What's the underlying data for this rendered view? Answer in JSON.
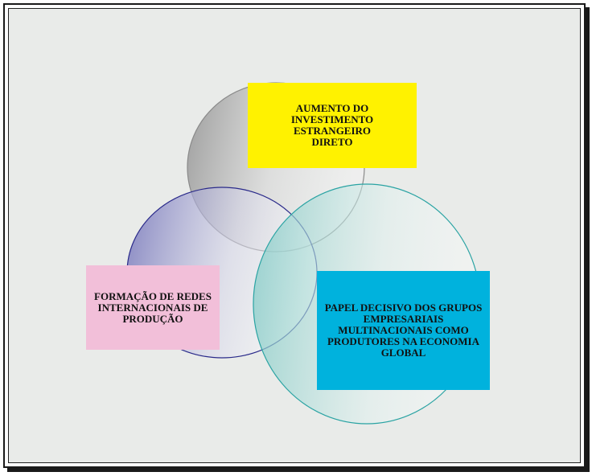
{
  "boxes": {
    "aumento": {
      "text": "AUMENTO DO INVESTIMENTO ESTRANGEIRO DIRETO",
      "color": "#fff200"
    },
    "formacao": {
      "text": "FORMAÇÃO DE REDES INTERNACIONAIS DE PRODUÇÃO",
      "color": "#f2bfd9"
    },
    "papel": {
      "text": "PAPEL DECISIVO DOS GRUPOS EMPRESARIAIS MULTINACIONAIS COMO PRODUTORES NA ECONOMIA GLOBAL",
      "color": "#00b2dd"
    }
  },
  "circles": {
    "top": {
      "stroke": "#8a8a8a"
    },
    "left": {
      "stroke": "#2a2a8a"
    },
    "right": {
      "stroke": "#2aa3a3"
    }
  },
  "background": "#e9ebe9"
}
